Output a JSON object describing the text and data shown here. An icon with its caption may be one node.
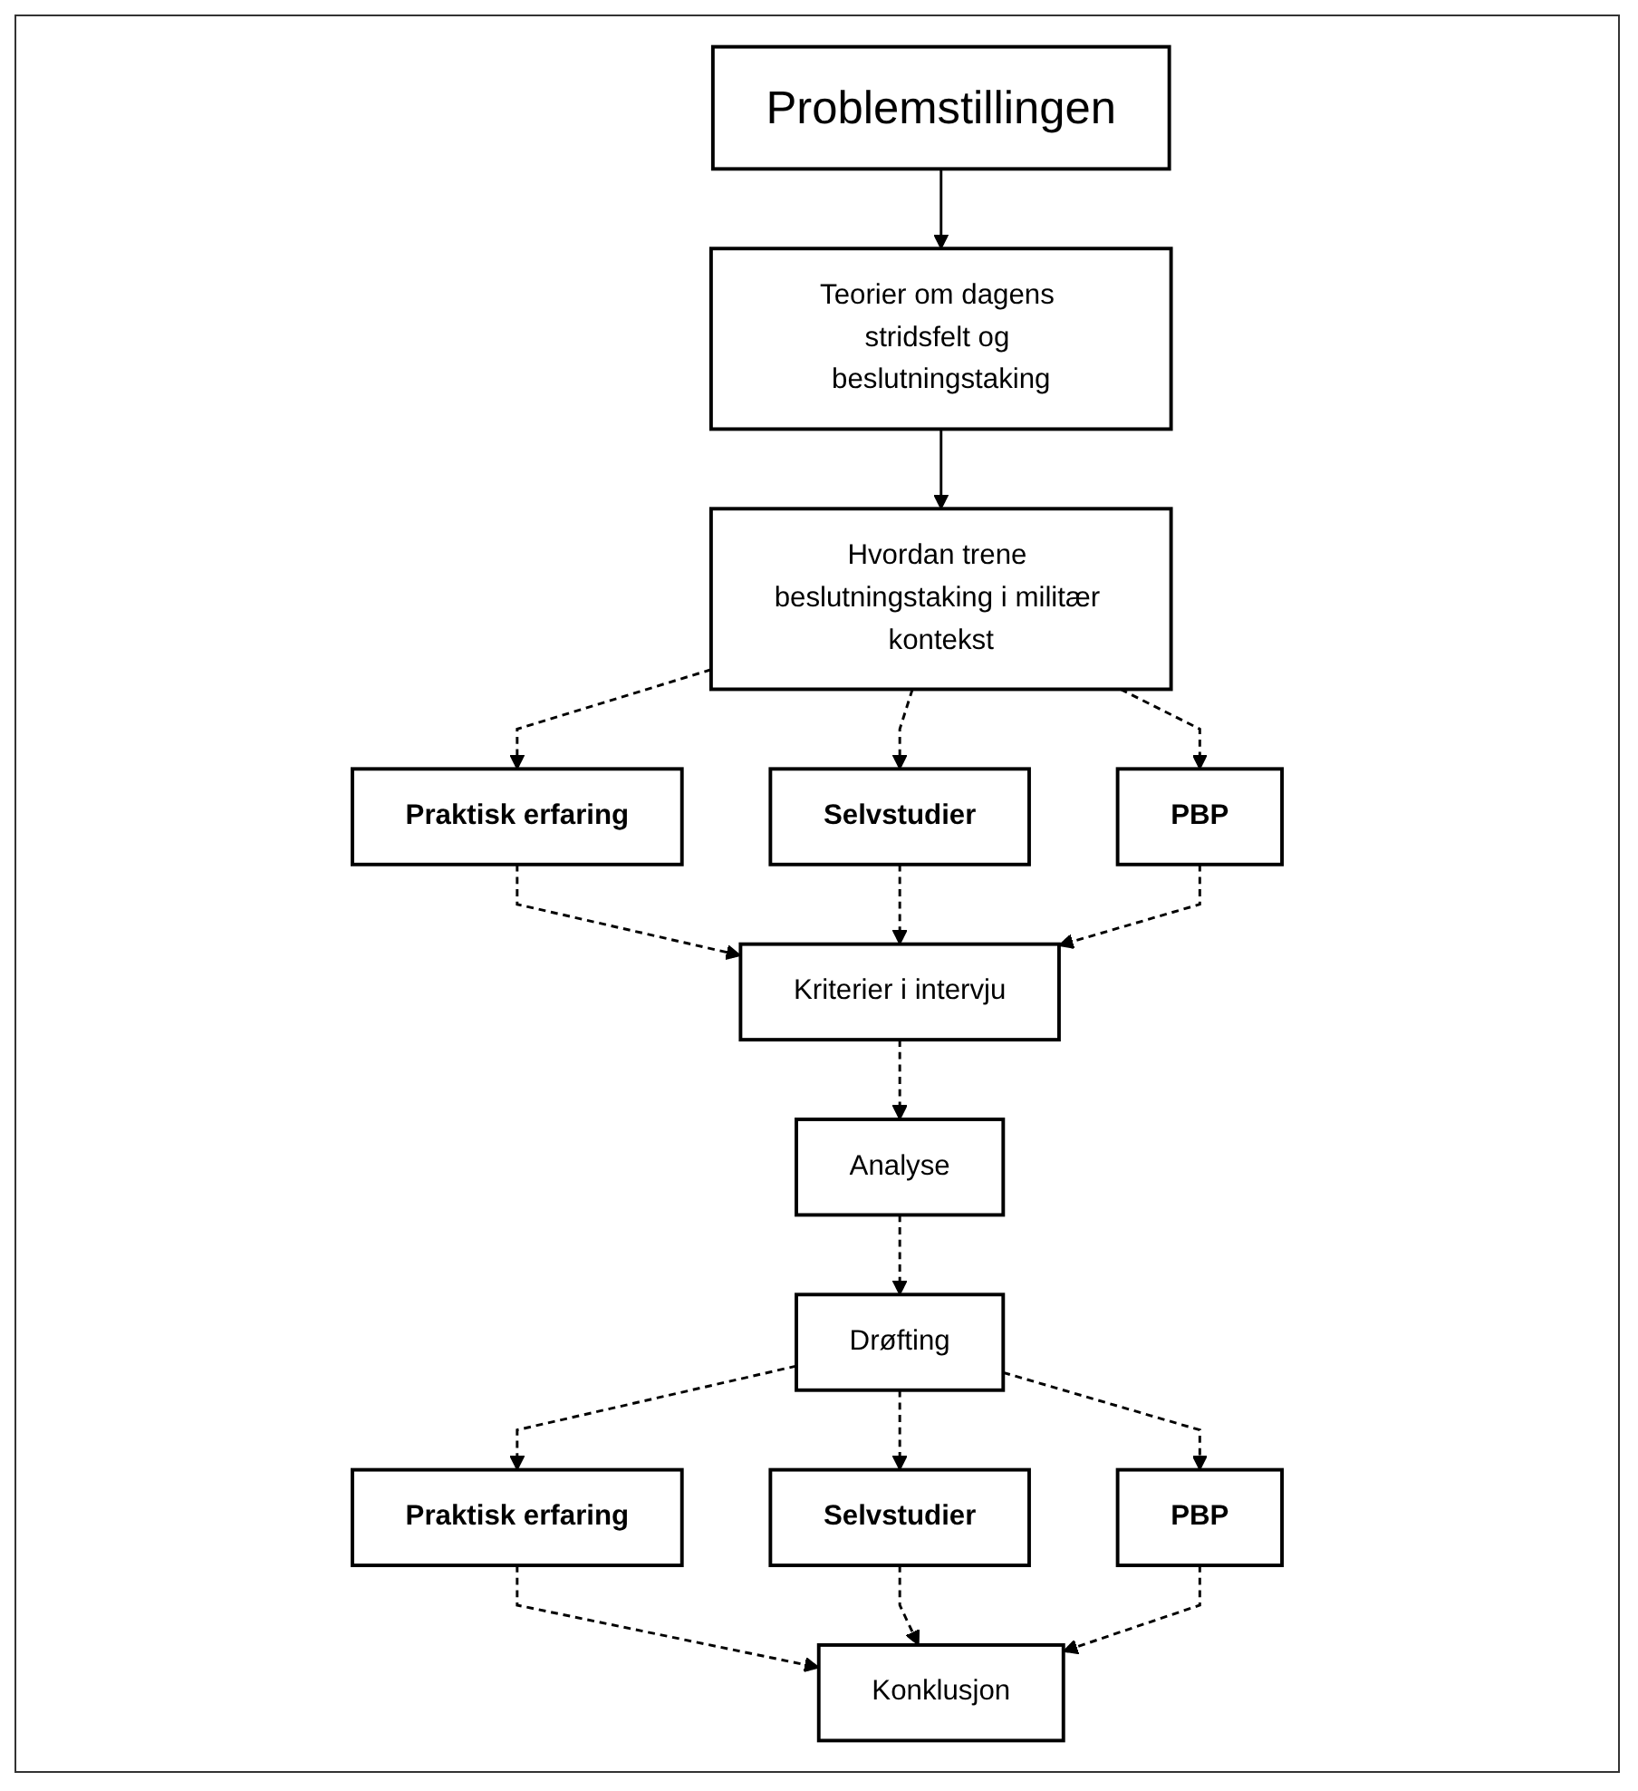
{
  "diagram": {
    "nodes": [
      {
        "text": [
          "Problemstillingen"
        ]
      },
      {
        "text": [
          "Teorier om dagens stridsfelt og beslutningstaking"
        ]
      },
      {
        "text": [
          "Hvordan trene beslutningstaking i militær kontekst"
        ]
      },
      {
        "text": [
          "Praktisk erfaring"
        ]
      },
      {
        "text": [
          "Selvstudier"
        ]
      },
      {
        "text": [
          "PBP"
        ]
      },
      {
        "text": [
          "Kriterier i intervju"
        ]
      },
      {
        "text": [
          "Analyse"
        ]
      },
      {
        "text": [
          "Drøfting"
        ]
      },
      {
        "text": [
          "Praktisk erfaring"
        ]
      },
      {
        "text": [
          "Selvstudier"
        ]
      },
      {
        "text": [
          "PBP"
        ]
      },
      {
        "text": [
          "Konklusjon"
        ]
      }
    ],
    "edges": [
      {
        "from": 0,
        "to": 1,
        "arrow": "to"
      },
      {
        "from": 1,
        "to": 2,
        "arrow": "to"
      },
      {
        "from": 2,
        "to": 3,
        "arrow": "to",
        "style": "dashed"
      },
      {
        "from": 2,
        "to": 4,
        "arrow": "to",
        "style": "dashed"
      },
      {
        "from": 2,
        "to": 5,
        "arrow": "to",
        "style": "dashed"
      },
      {
        "from": 3,
        "to": 6,
        "arrow": "to",
        "style": "dashed"
      },
      {
        "from": 4,
        "to": 6,
        "arrow": "to",
        "style": "dashed"
      },
      {
        "from": 5,
        "to": 6,
        "arrow": "to",
        "style": "dashed"
      },
      {
        "from": 6,
        "to": 7,
        "arrow": "to",
        "style": "dashed"
      },
      {
        "from": 7,
        "to": 8,
        "arrow": "to",
        "style": "dashed"
      },
      {
        "from": 8,
        "to": 9,
        "arrow": "to",
        "style": "dashed"
      },
      {
        "from": 8,
        "to": 10,
        "arrow": "to",
        "style": "dashed"
      },
      {
        "from": 8,
        "to": 11,
        "arrow": "to",
        "style": "dashed"
      },
      {
        "from": 9,
        "to": 12,
        "arrow": "to",
        "style": "dashed"
      },
      {
        "from": 10,
        "to": 12,
        "arrow": "to",
        "style": "dashed"
      },
      {
        "from": 11,
        "to": 12,
        "arrow": "to",
        "style": "dashed"
      }
    ]
  }
}
